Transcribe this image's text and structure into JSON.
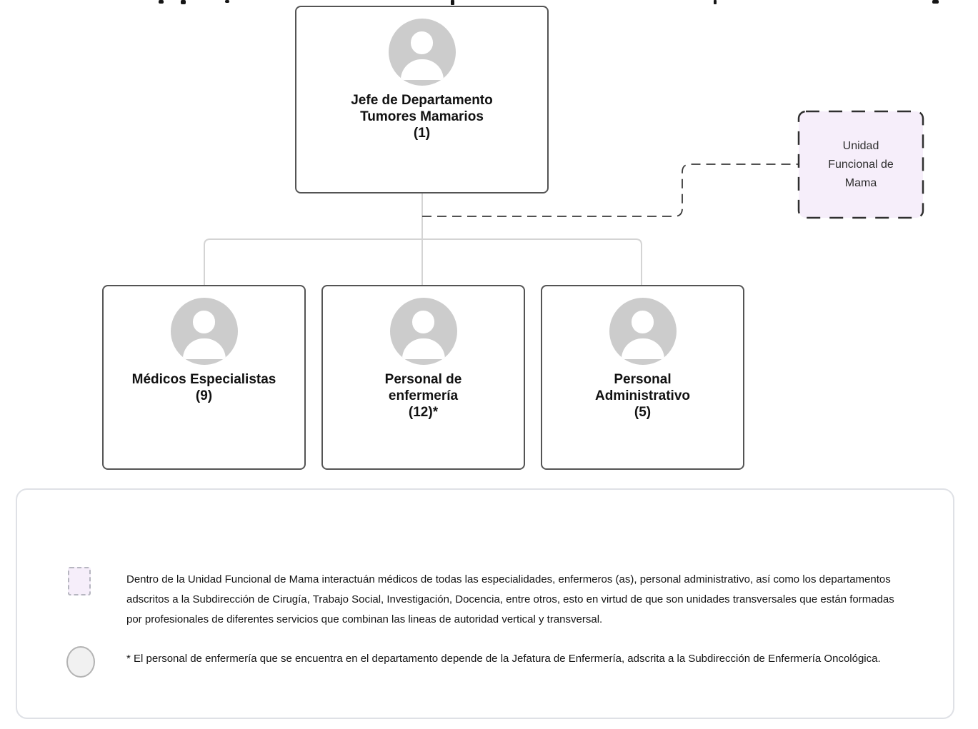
{
  "org_chart": {
    "root": {
      "title_lines": [
        "Jefe de Departamento",
        "Tumores Mamarios",
        "(1)"
      ]
    },
    "children": [
      {
        "title_lines": [
          "Médicos Especialistas",
          "(9)"
        ]
      },
      {
        "title_lines": [
          "Personal de",
          "enfermería",
          "(12)*"
        ]
      },
      {
        "title_lines": [
          "Personal",
          "Administrativo",
          "(5)"
        ]
      }
    ],
    "functional_unit": {
      "title_lines": [
        "Unidad",
        "Funcional de",
        "Mama"
      ]
    }
  },
  "legend": {
    "items": [
      {
        "icon": "lavender-dashed-square",
        "text": "Dentro de la Unidad Funcional de Mama interactuán médicos de todas las especialidades, enfermeros (as), personal administrativo, así como los departamentos adscritos a la Subdirección de Cirugía, Trabajo Social, Investigación, Docencia, entre otros, esto en virtud de que son unidades transversales que están formadas por profesionales de diferentes servicios que combinan las lineas de autoridad vertical y transversal."
      },
      {
        "icon": "gray-circle",
        "text": "* El personal de enfermería que se encuentra en el departamento depende de la Jefatura de Enfermería, adscrita a la Subdirección de Enfermería Oncológica."
      }
    ]
  },
  "colors": {
    "node_border": "#545454",
    "avatar_gray": "#cccccc",
    "tree_line": "#d4d4d4",
    "dashed_line": "#3a3a3a",
    "functional_unit_fill": "#f6eefa",
    "legend_border": "#dfe1e6"
  }
}
